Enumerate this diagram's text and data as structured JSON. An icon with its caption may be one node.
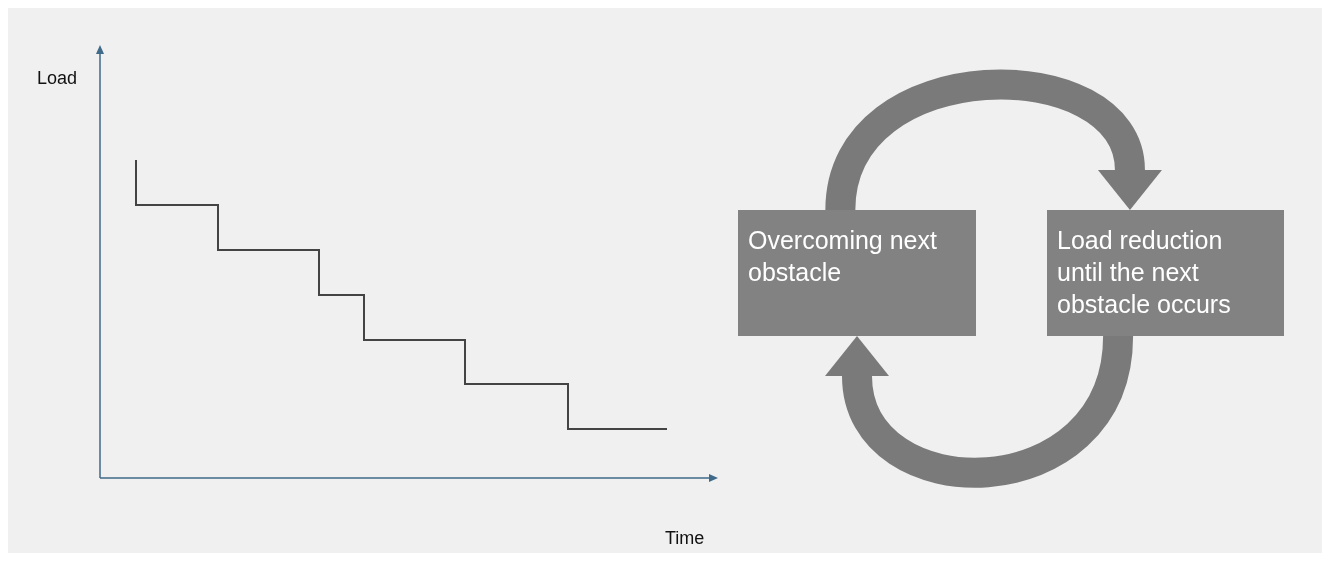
{
  "diagram": {
    "nodes": [
      {
        "text": [
          "Overcoming next obstacle"
        ]
      },
      {
        "text": [
          "Load reduction until the next obstacle occurs"
        ]
      }
    ],
    "edges": [
      {
        "from": 0,
        "to": 1,
        "arrow": "to"
      },
      {
        "from": 1,
        "to": 0,
        "arrow": "to"
      }
    ],
    "labels": [
      "Load",
      "Time"
    ]
  }
}
